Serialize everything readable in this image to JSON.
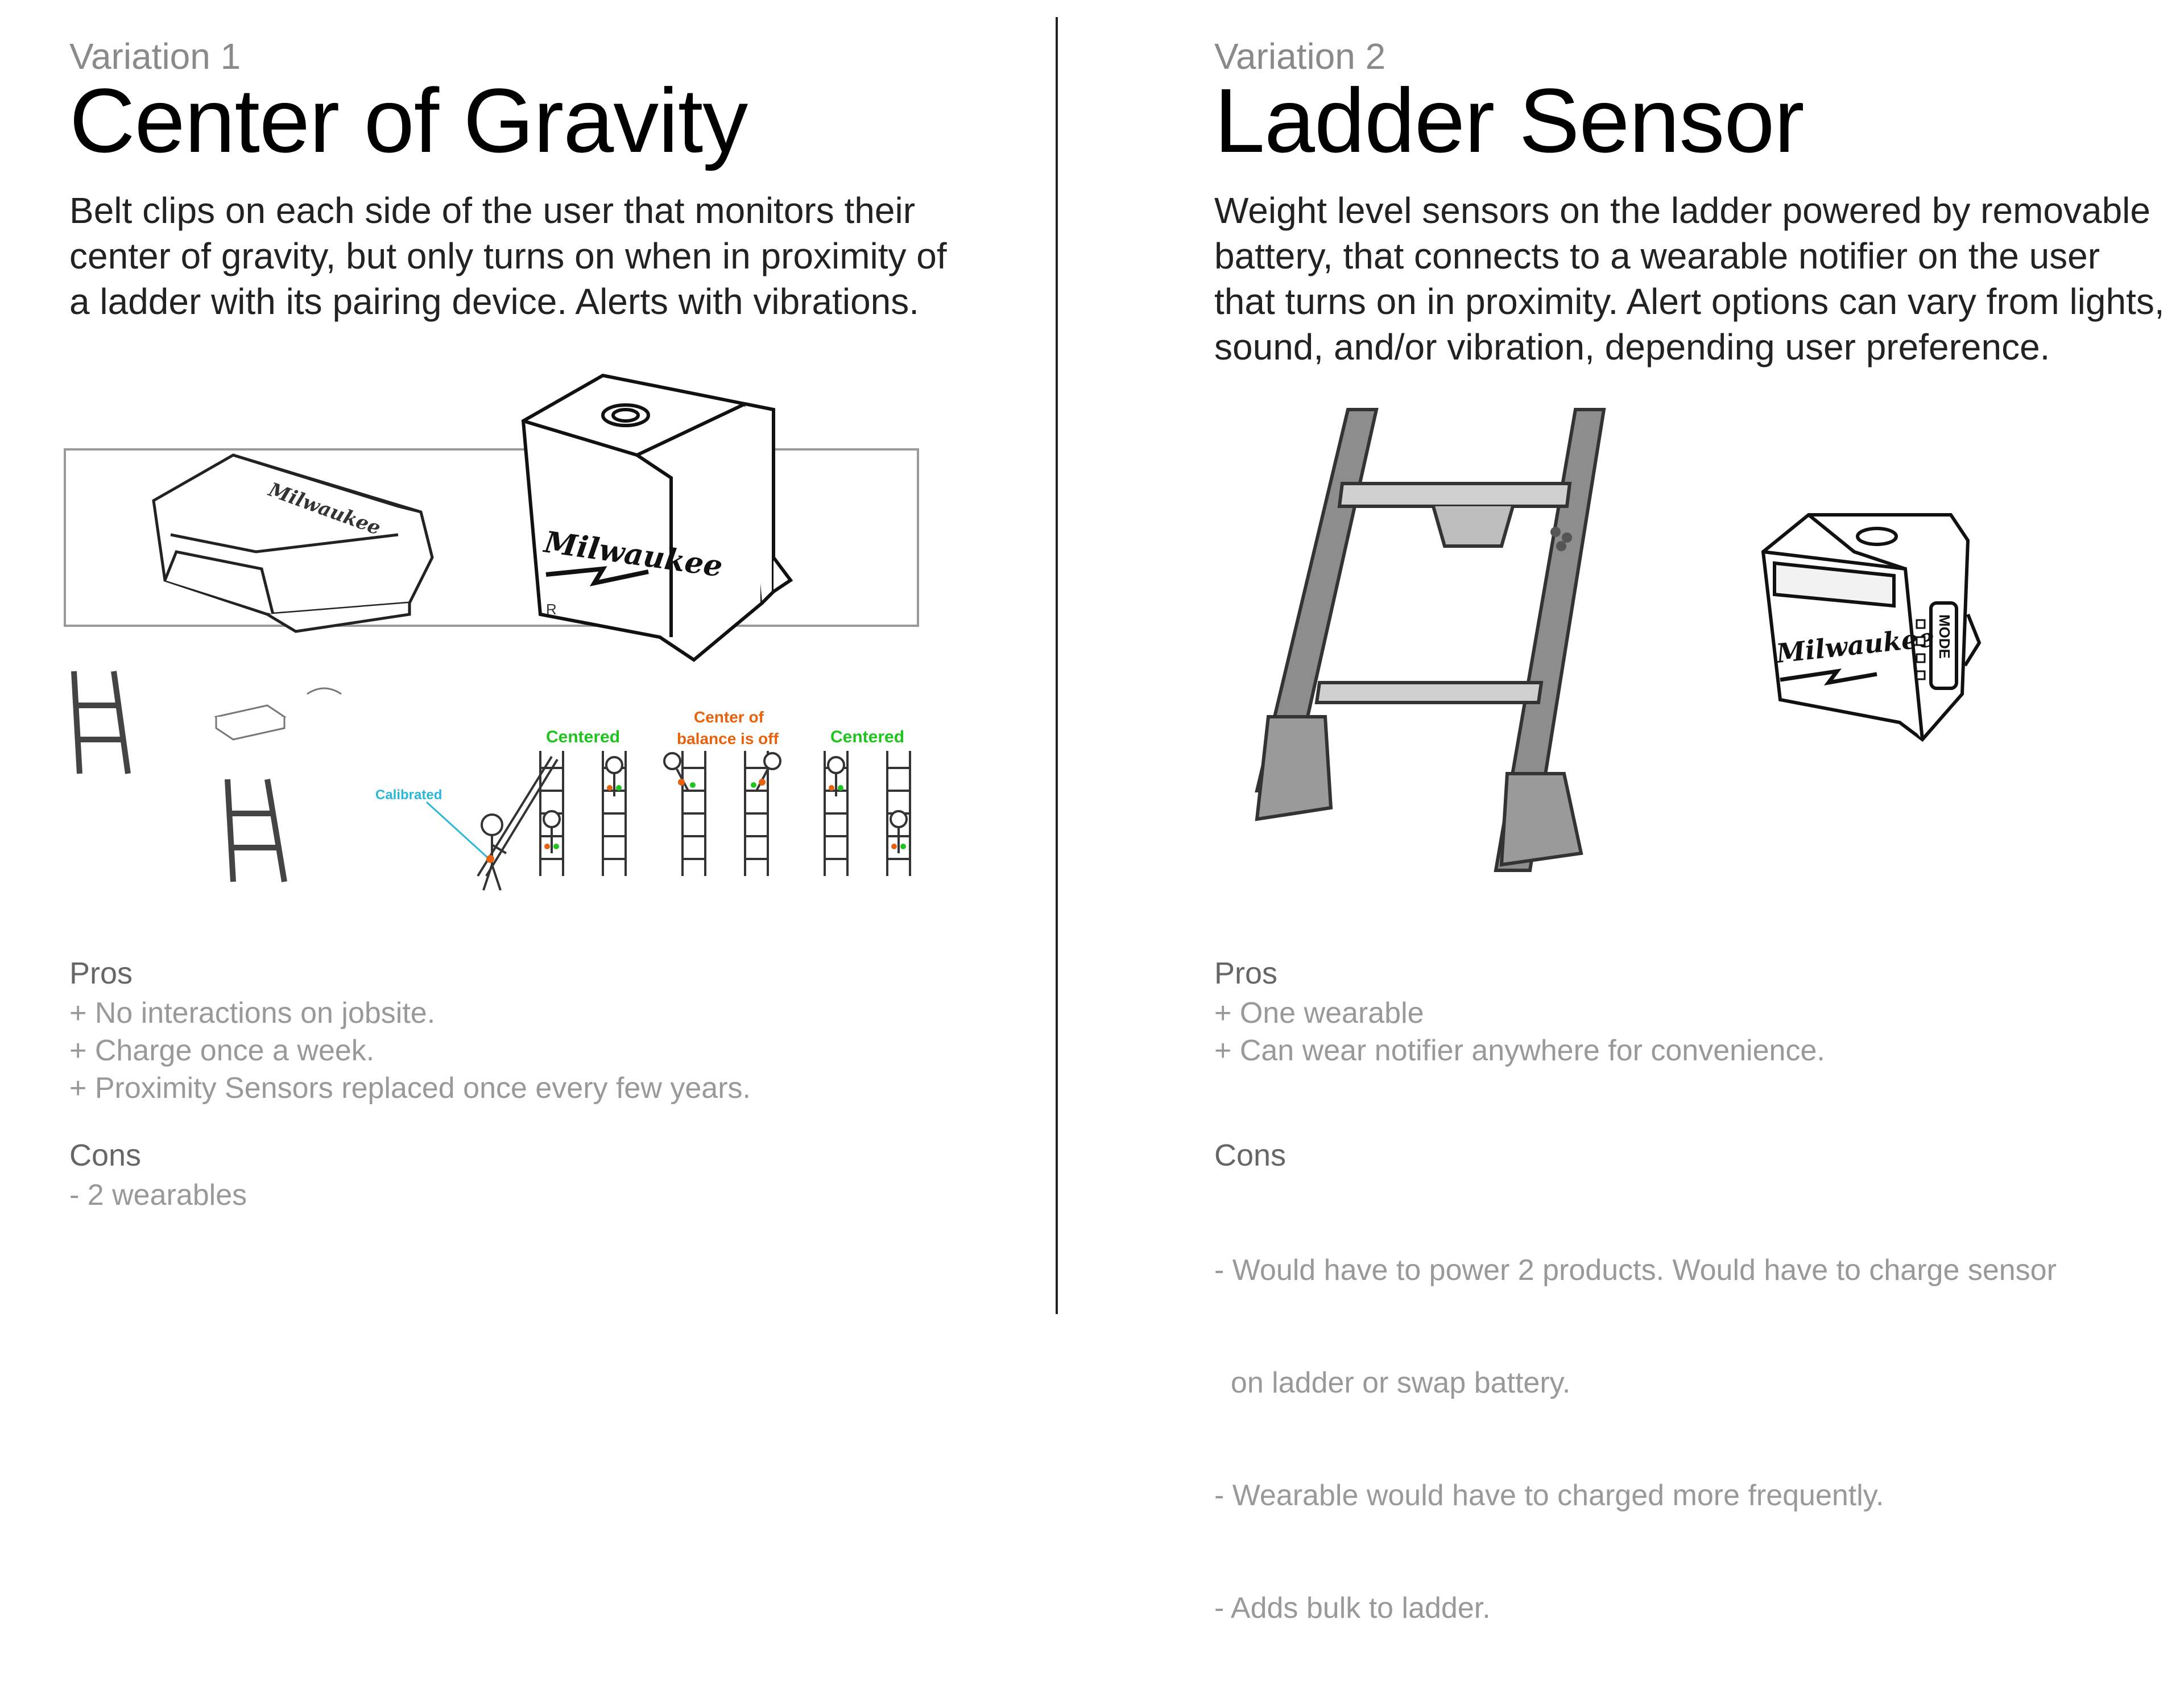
{
  "left": {
    "variation": "Variation 1",
    "title": "Center of Gravity",
    "description_lines": [
      "Belt clips on each side of the user that monitors their",
      "center of gravity, but only turns on when in proximity of",
      "a ladder with its pairing device. Alerts with vibrations."
    ],
    "pros_heading": "Pros",
    "pros": [
      "+ No interactions on jobsite.",
      "+ Charge once a week.",
      "+ Proximity Sensors replaced once every few years."
    ],
    "cons_heading": "Cons",
    "cons": [
      "- 2 wearables"
    ],
    "illustration": {
      "brand": "Milwaukee",
      "r_mark": "R",
      "calibrated_label": "Calibrated",
      "centered_label_1": "Centered",
      "off_label_line1": "Center of",
      "off_label_line2": "balance is off",
      "centered_label_2": "Centered",
      "green": "#1fc41f",
      "orange": "#e8620e",
      "cyan": "#2ab7d9"
    }
  },
  "right": {
    "variation": "Variation 2",
    "title": "Ladder Sensor",
    "description_lines": [
      "Weight level sensors on the ladder powered by removable",
      "battery, that connects to a wearable notifier on the user",
      "that turns on in proximity. Alert options can vary from lights,",
      "sound, and/or vibration, depending user preference."
    ],
    "pros_heading": "Pros",
    "pros": [
      "+ One wearable",
      "+ Can wear notifier anywhere for convenience."
    ],
    "cons_heading": "Cons",
    "cons": [
      "- Would have to power 2 products. Would have to charge sensor",
      "  on ladder or swap battery.",
      "- Wearable would have to charged more frequently.",
      "- Adds bulk to ladder."
    ],
    "illustration": {
      "brand": "Milwaukee",
      "mode_label": "MODE"
    }
  }
}
